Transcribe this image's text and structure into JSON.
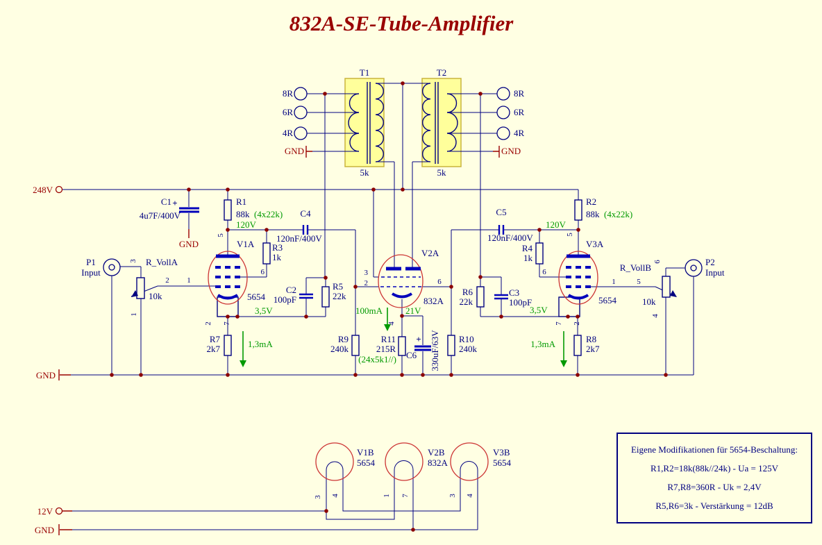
{
  "title": "832A-SE-Tube-Amplifier",
  "colors": {
    "background": "#FFFFE3",
    "wire": "#000080",
    "component_blue": "#0000BB",
    "dark_red": "#990000",
    "tube_outline": "#CC3333",
    "annotation_green": "#009900",
    "transformer_fill": "#FFFF9B",
    "transformer_border": "#C8B43C",
    "junction_dot": "#8B0000"
  },
  "rails": {
    "b_plus": "248V",
    "heater": "12V",
    "gnd": "GND"
  },
  "transformers": {
    "t1": {
      "name": "T1",
      "impedance": "5k"
    },
    "t2": {
      "name": "T2",
      "impedance": "5k"
    },
    "taps_left": [
      "8R",
      "6R",
      "4R"
    ],
    "taps_right": [
      "8R",
      "6R",
      "4R"
    ],
    "gnd_left": "GND",
    "gnd_right": "GND"
  },
  "jacks": {
    "p1": {
      "name": "P1",
      "label": "Input"
    },
    "p2": {
      "name": "P2",
      "label": "Input"
    }
  },
  "pots": {
    "a": {
      "name": "R_VollA",
      "value": "10k",
      "pin_top": "3",
      "pin_wiper": "2",
      "pin_bottom": "1"
    },
    "b": {
      "name": "R_VollB",
      "value": "10k",
      "pin_top": "6",
      "pin_wiper": "5",
      "pin_bottom": "4"
    }
  },
  "tubes": {
    "v1a": {
      "name": "V1A",
      "type": "5654",
      "pin_anode": "5",
      "pin_screen": "6",
      "pin_grid": "1",
      "pin_k1": "2",
      "pin_k2": "7"
    },
    "v2a": {
      "name": "V2A",
      "type": "832A",
      "pin_screen": "3",
      "pin_grid_a": "2",
      "pin_grid_b": "6",
      "pin_cathode": "4"
    },
    "v3a": {
      "name": "V3A",
      "type": "5654",
      "pin_anode": "5",
      "pin_screen": "6",
      "pin_grid": "1",
      "pin_k1": "7",
      "pin_k2": "2"
    },
    "v1b": {
      "name": "V1B",
      "type": "5654",
      "pin_a": "3",
      "pin_b": "4"
    },
    "v2b": {
      "name": "V2B",
      "type": "832A",
      "pin_a": "1",
      "pin_b": "7"
    },
    "v3b": {
      "name": "V3B",
      "type": "5654",
      "pin_a": "3",
      "pin_b": "4"
    }
  },
  "resistors": {
    "r1": {
      "name": "R1",
      "value": "88k",
      "note": "(4x22k)"
    },
    "r2": {
      "name": "R2",
      "value": "88k",
      "note": "(4x22k)"
    },
    "r3": {
      "name": "R3",
      "value": "1k"
    },
    "r4": {
      "name": "R4",
      "value": "1k"
    },
    "r5": {
      "name": "R5",
      "value": "22k"
    },
    "r6": {
      "name": "R6",
      "value": "22k"
    },
    "r7": {
      "name": "R7",
      "value": "2k7"
    },
    "r8": {
      "name": "R8",
      "value": "2k7"
    },
    "r9": {
      "name": "R9",
      "value": "240k"
    },
    "r10": {
      "name": "R10",
      "value": "240k"
    },
    "r11": {
      "name": "R11",
      "value": "215R",
      "note": "(24x5k1//)"
    }
  },
  "capacitors": {
    "c1": {
      "name": "C1",
      "value": "4u7F/400V",
      "polarity": "+"
    },
    "c2": {
      "name": "C2",
      "value": "100pF"
    },
    "c3": {
      "name": "C3",
      "value": "100pF"
    },
    "c4": {
      "name": "C4",
      "value": "120nF/400V"
    },
    "c5": {
      "name": "C5",
      "value": "120nF/400V"
    },
    "c6": {
      "name": "C6",
      "value": "330uF/63V",
      "polarity": "+"
    }
  },
  "annotations": {
    "r1_node": "120V",
    "r2_node": "120V",
    "v1a_cathode": "3,5V",
    "v3a_cathode": "3,5V",
    "v1a_current": "1,3mA",
    "v3a_current": "1,3mA",
    "v2a_current": "100mA",
    "v2a_cathode": "21V"
  },
  "notes": {
    "line1": "Eigene Modifikationen für 5654-Beschaltung:",
    "line2": "R1,R2=18k(88k//24k) - Ua = 125V",
    "line3": "R7,R8=360R - Uk = 2,4V",
    "line4": "R5,R6=3k - Verstärkung = 12dB"
  }
}
